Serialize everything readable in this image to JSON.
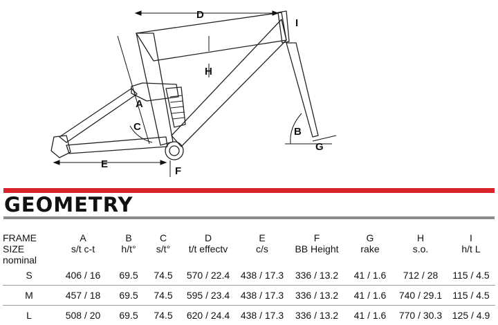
{
  "diagram": {
    "labels": {
      "A": "A",
      "B": "B",
      "C": "C",
      "D": "D",
      "E": "E",
      "F": "F",
      "G": "G",
      "H": "H",
      "I": "I"
    }
  },
  "title": "GEOMETRY",
  "table": {
    "headers": [
      {
        "top": "FRAME SIZE",
        "bottom": "nominal"
      },
      {
        "top": "A",
        "bottom": "s/t c-t"
      },
      {
        "top": "B",
        "bottom": "h/t°"
      },
      {
        "top": "C",
        "bottom": "s/t°"
      },
      {
        "top": "D",
        "bottom": "t/t effectv"
      },
      {
        "top": "E",
        "bottom": "c/s"
      },
      {
        "top": "F",
        "bottom": "BB Height"
      },
      {
        "top": "G",
        "bottom": "rake"
      },
      {
        "top": "H",
        "bottom": "s.o."
      },
      {
        "top": "I",
        "bottom": "h/t L"
      }
    ],
    "rows": [
      [
        "S",
        "406 / 16",
        "69.5",
        "74.5",
        "570 / 22.4",
        "438 / 17.3",
        "336 / 13.2",
        "41 / 1.6",
        "712 / 28",
        "115 / 4.5"
      ],
      [
        "M",
        "457 / 18",
        "69.5",
        "74.5",
        "595 / 23.4",
        "438 / 17.3",
        "336 / 13.2",
        "41 / 1.6",
        "740 / 29.1",
        "115 / 4.5"
      ],
      [
        "L",
        "508 / 20",
        "69.5",
        "74.5",
        "620 / 24.4",
        "438 / 17.3",
        "336 / 13.2",
        "41 / 1.6",
        "770 / 30.3",
        "125 / 4.9"
      ]
    ]
  }
}
